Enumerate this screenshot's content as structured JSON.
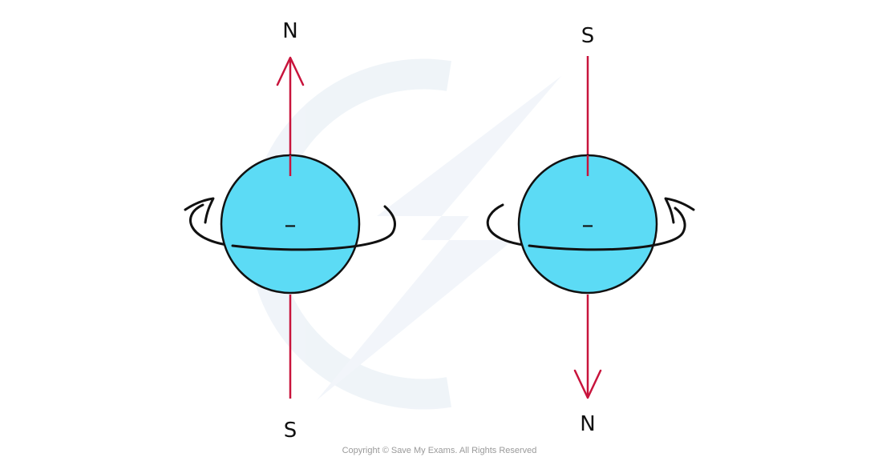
{
  "colors": {
    "field_line": "#c8143c",
    "electron_fill": "#5cdbf5",
    "outline": "#111111",
    "watermark": "#eef3f8"
  },
  "left_electron": {
    "top_label": "N",
    "bottom_label": "S",
    "charge": "–",
    "arrow_direction": "up",
    "spin_direction": "counter-clockwise"
  },
  "right_electron": {
    "top_label": "S",
    "bottom_label": "N",
    "charge": "–",
    "arrow_direction": "down",
    "spin_direction": "clockwise"
  },
  "footer": {
    "copyright": "Copyright © Save My Exams. All Rights Reserved"
  },
  "icons": {
    "watermark": "lightning-bolt-watermark-icon"
  }
}
